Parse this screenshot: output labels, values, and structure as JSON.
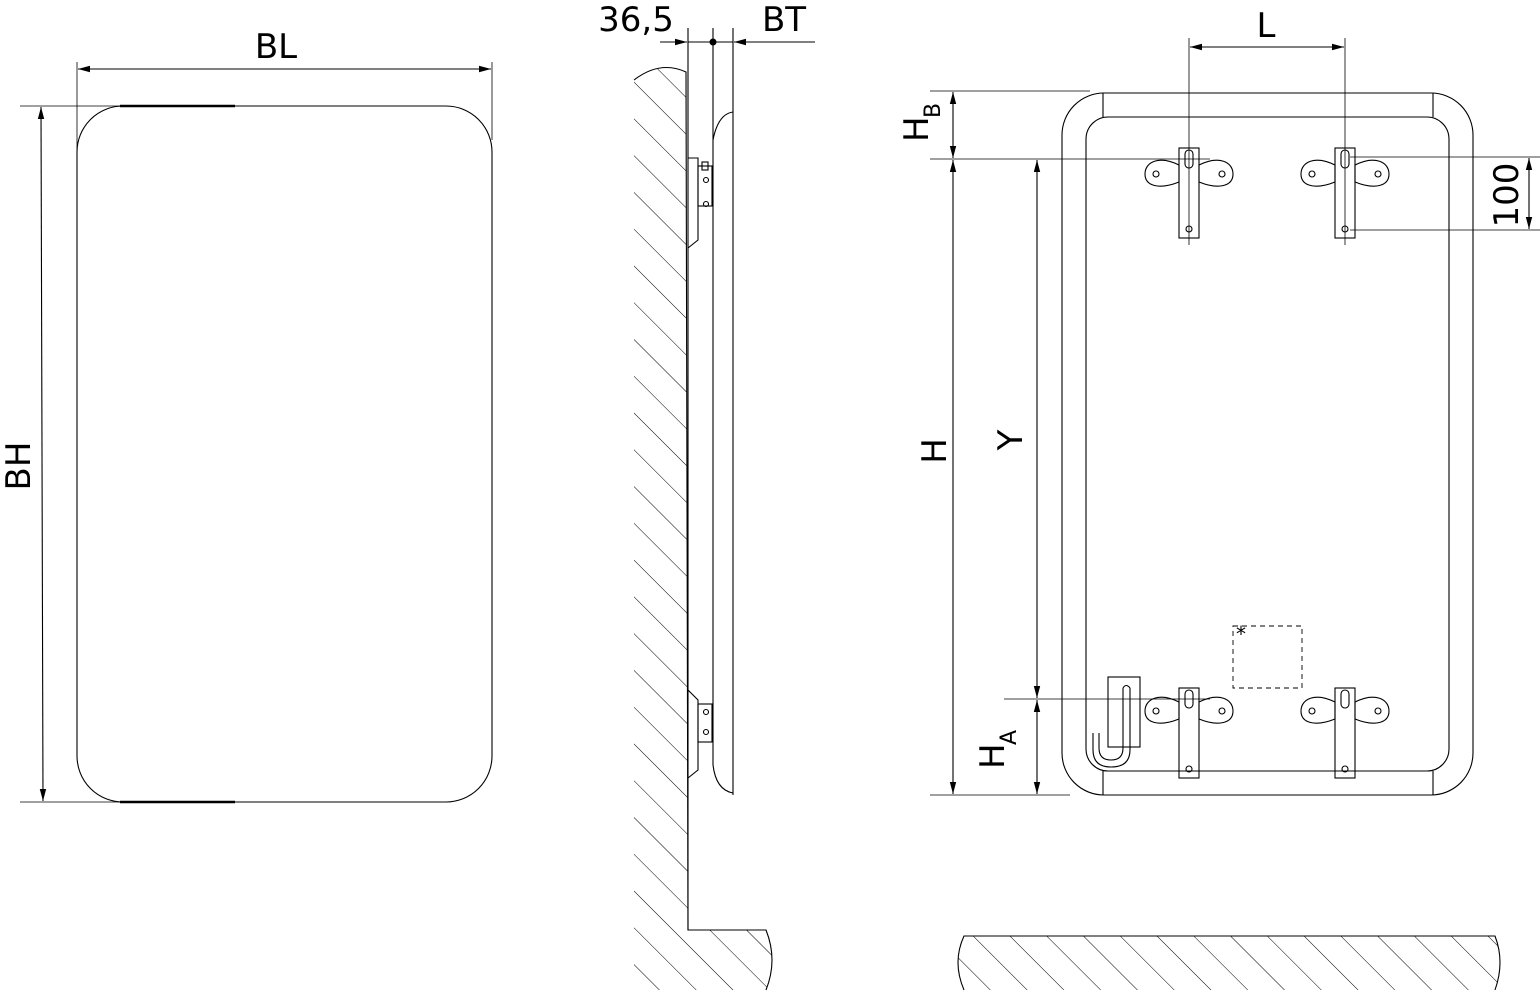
{
  "labels": {
    "front_width": "BL",
    "front_height": "BH",
    "wall_distance": "36,5",
    "depth": "BT",
    "bracket_spacing": "L",
    "top_offset": "H",
    "top_offset_sub": "B",
    "total_height": "H",
    "bracket_vertical": "Y",
    "bottom_offset": "H",
    "bottom_offset_sub": "A",
    "bracket_size": "100",
    "connection_mark": "*"
  }
}
